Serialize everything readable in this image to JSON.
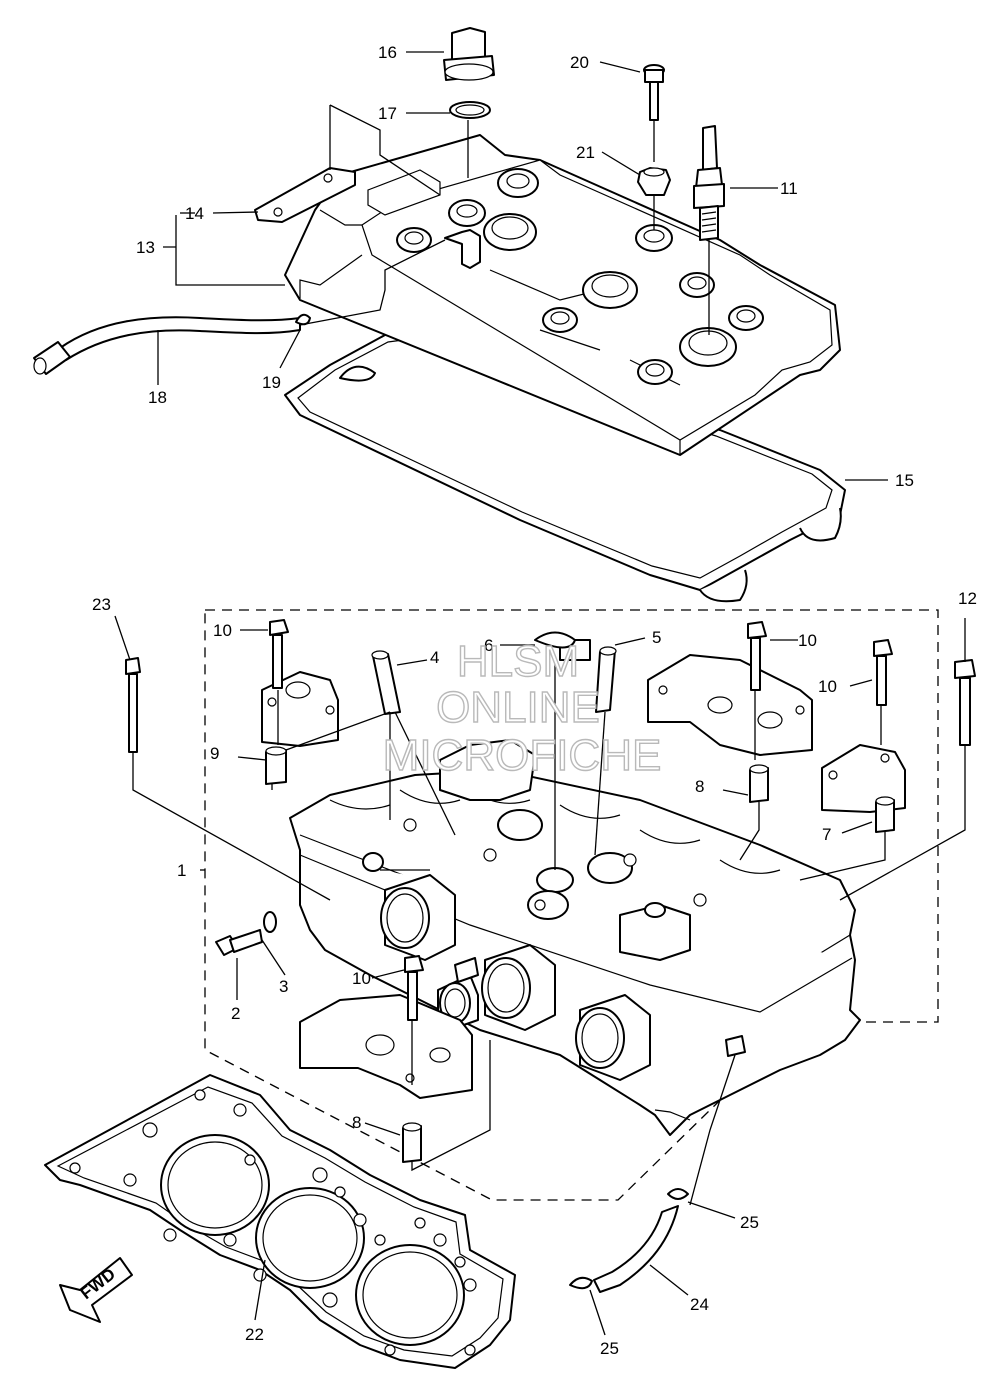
{
  "callouts": [
    {
      "id": "c1",
      "text": "1"
    },
    {
      "id": "c2",
      "text": "2"
    },
    {
      "id": "c3",
      "text": "3"
    },
    {
      "id": "c4",
      "text": "4"
    },
    {
      "id": "c5",
      "text": "5"
    },
    {
      "id": "c6",
      "text": "6"
    },
    {
      "id": "c7",
      "text": "7"
    },
    {
      "id": "c8a",
      "text": "8"
    },
    {
      "id": "c8b",
      "text": "8"
    },
    {
      "id": "c9",
      "text": "9"
    },
    {
      "id": "c10a",
      "text": "10"
    },
    {
      "id": "c10b",
      "text": "10"
    },
    {
      "id": "c10c",
      "text": "10"
    },
    {
      "id": "c10d",
      "text": "10"
    },
    {
      "id": "c11",
      "text": "11"
    },
    {
      "id": "c12",
      "text": "12"
    },
    {
      "id": "c13",
      "text": "13"
    },
    {
      "id": "c14",
      "text": "14"
    },
    {
      "id": "c15",
      "text": "15"
    },
    {
      "id": "c16",
      "text": "16"
    },
    {
      "id": "c17",
      "text": "17"
    },
    {
      "id": "c18",
      "text": "18"
    },
    {
      "id": "c19",
      "text": "19"
    },
    {
      "id": "c20",
      "text": "20"
    },
    {
      "id": "c21",
      "text": "21"
    },
    {
      "id": "c22",
      "text": "22"
    },
    {
      "id": "c23",
      "text": "23"
    },
    {
      "id": "c24",
      "text": "24"
    },
    {
      "id": "c25a",
      "text": "25"
    },
    {
      "id": "c25b",
      "text": "25"
    }
  ],
  "watermark": {
    "line1": "HLSM",
    "line2": "ONLINE",
    "line3": "MICROFICHE"
  },
  "fwd_arrow": {
    "text": "FWD"
  }
}
